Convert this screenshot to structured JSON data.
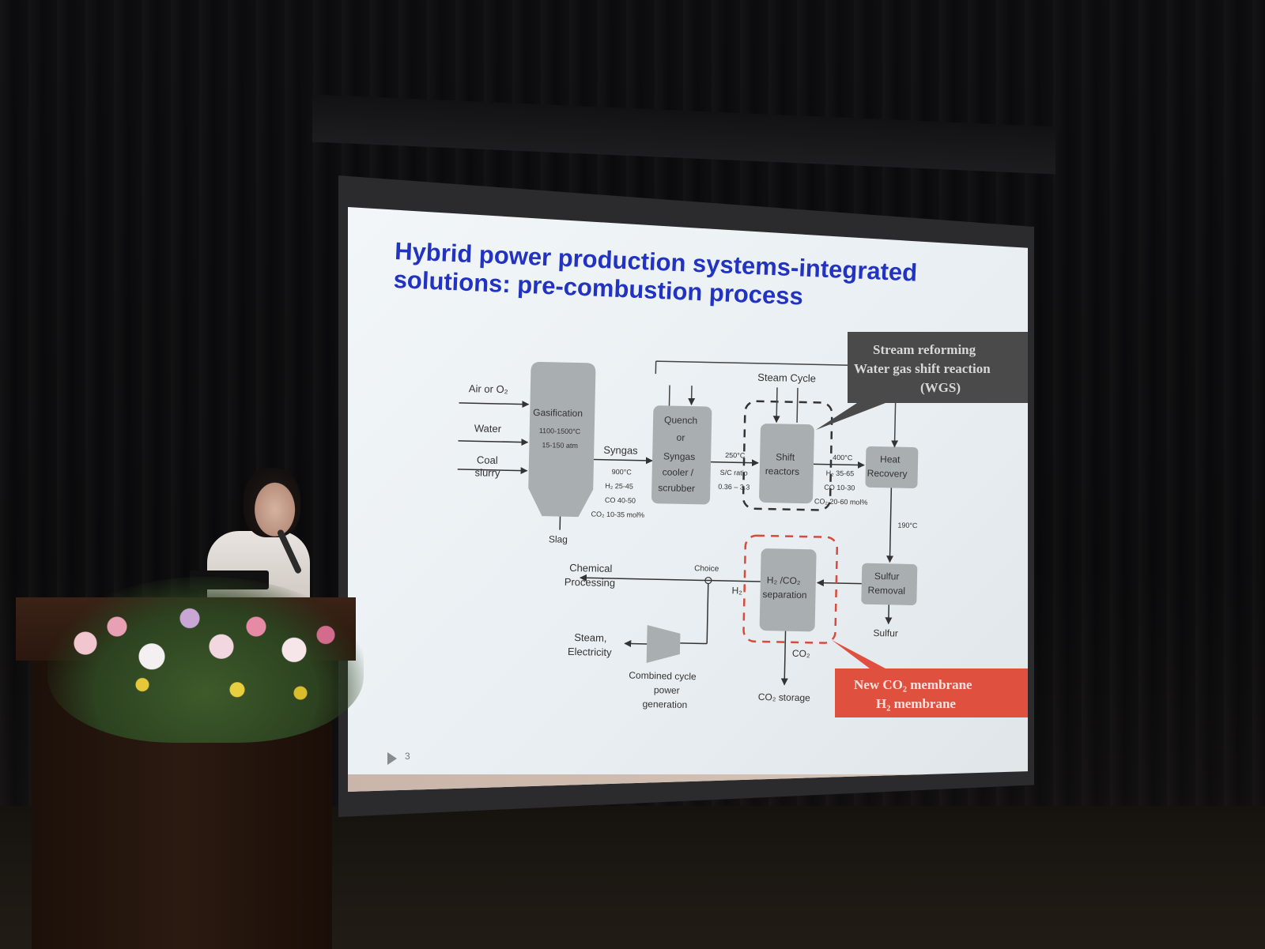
{
  "slide": {
    "title_line1": "Hybrid power production systems-integrated",
    "title_line2": "solutions: pre-combustion process",
    "page_number": "3"
  },
  "diagram": {
    "steam_cycle": "Steam Cycle",
    "inputs": {
      "air": "Air or O₂",
      "water": "Water",
      "coal_line1": "Coal",
      "coal_line2": "slurry"
    },
    "gasification": {
      "label": "Gasification",
      "temp": "1100-1500°C",
      "pressure": "15-150 atm"
    },
    "slag": "Slag",
    "syngas": {
      "label": "Syngas",
      "temp": "900°C",
      "h2": "H₂ 25-45",
      "co": "CO 40-50",
      "co2": "CO₂ 10-35 mol%"
    },
    "quench": {
      "line1": "Quench",
      "line2": "or",
      "line3": "Syngas",
      "line4": "cooler /",
      "line5": "scrubber"
    },
    "shift_conditions": {
      "temp": "250°C",
      "sc_ratio": "S/C ratio",
      "range": "0.36 – 3.3"
    },
    "shift": {
      "line1": "Shift",
      "line2": "reactors"
    },
    "shift_out": {
      "temp": "400°C",
      "h2": "H₂ 35-65",
      "co": "CO 10-30",
      "co2": "CO₂ 20-60 mol%"
    },
    "heat": {
      "line1": "Heat",
      "line2": "Recovery"
    },
    "heat_out_temp": "190°C",
    "sulfur_removal": {
      "line1": "Sulfur",
      "line2": "Removal"
    },
    "sulfur": "Sulfur",
    "separation": {
      "line1": "H₂ /CO₂",
      "line2": "separation"
    },
    "h2": "H₂",
    "co2": "CO₂",
    "co2_storage": "CO₂ storage",
    "choice": "Choice",
    "chemical": {
      "line1": "Chemical",
      "line2": "Processing"
    },
    "steam_elec": {
      "line1": "Steam,",
      "line2": "Electricity"
    },
    "combined": {
      "line1": "Combined cycle",
      "line2": "power",
      "line3": "generation"
    }
  },
  "callouts": {
    "top": {
      "line1": "Stream reforming",
      "line2": "Water gas shift reaction",
      "line3": "(WGS)",
      "color": "#4a4a4a"
    },
    "bottom": {
      "line1": "New CO₂ membrane",
      "line2": "H₂ membrane",
      "color": "#e0503f"
    }
  }
}
